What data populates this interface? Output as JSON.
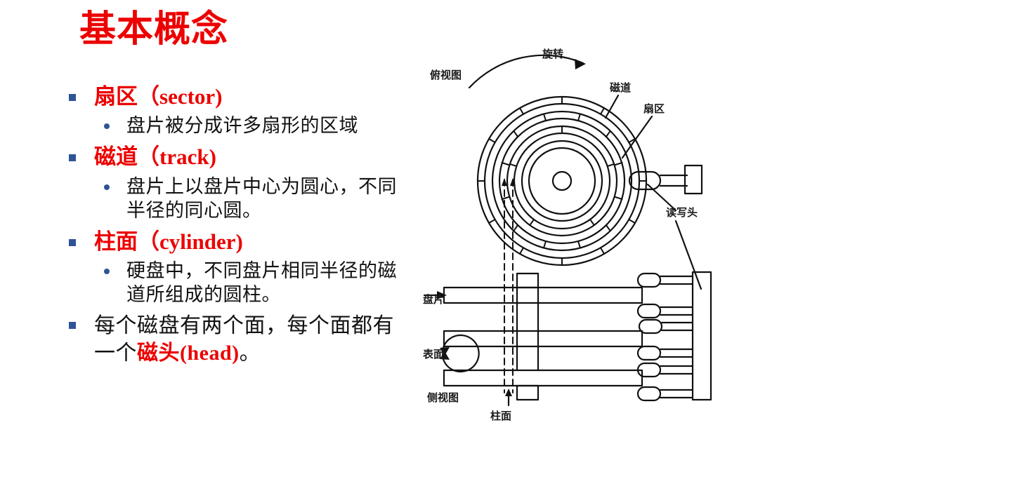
{
  "slide": {
    "title": "基本概念",
    "title_color": "#ec0000",
    "background": "#ffffff",
    "bullet_marker_color": "#2f5496"
  },
  "bullets": [
    {
      "level1": "扇区（sector)",
      "level2": "盘片被分成许多扇形的区域"
    },
    {
      "level1": "磁道（track)",
      "level2": "盘片上以盘片中心为圆心，不同半径的同心圆。"
    },
    {
      "level1": "柱面（cylinder)",
      "level2": "硬盘中，不同盘片相同半径的磁道所组成的圆柱。"
    }
  ],
  "last_bullet": {
    "part1": "每个磁盘有两个面，每个面都有一个",
    "highlight": "磁头(head)",
    "part2": "。"
  },
  "figure": {
    "labels": {
      "top_view": "俯视图",
      "rotation": "旋转",
      "track": "磁道",
      "sector": "扇区",
      "read_write_head": "读写头",
      "platter": "盘片",
      "surface": "表面",
      "side_view": "侧视图",
      "cylinder": "柱面"
    },
    "line_color": "#111111"
  }
}
